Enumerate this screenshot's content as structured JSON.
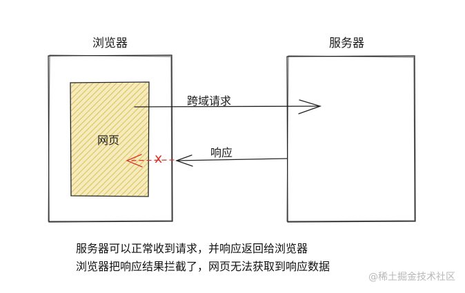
{
  "browser": {
    "title": "浏览器"
  },
  "server": {
    "title": "服务器"
  },
  "webpage": {
    "label": "网页"
  },
  "request": {
    "label": "跨域请求"
  },
  "response": {
    "label": "响应",
    "blocked_mark": "x"
  },
  "captions": [
    "服务器可以正常收到请求，并响应返回给浏览器",
    "浏览器把响应结果拦截了，网页无法获取到响应数据"
  ],
  "watermark": "@稀土掘金技术社区",
  "colors": {
    "stroke": "#222222",
    "webpage_fill": "#f3e3a6",
    "webpage_hatch": "#d9b94a",
    "blocked": "#d9362b"
  }
}
